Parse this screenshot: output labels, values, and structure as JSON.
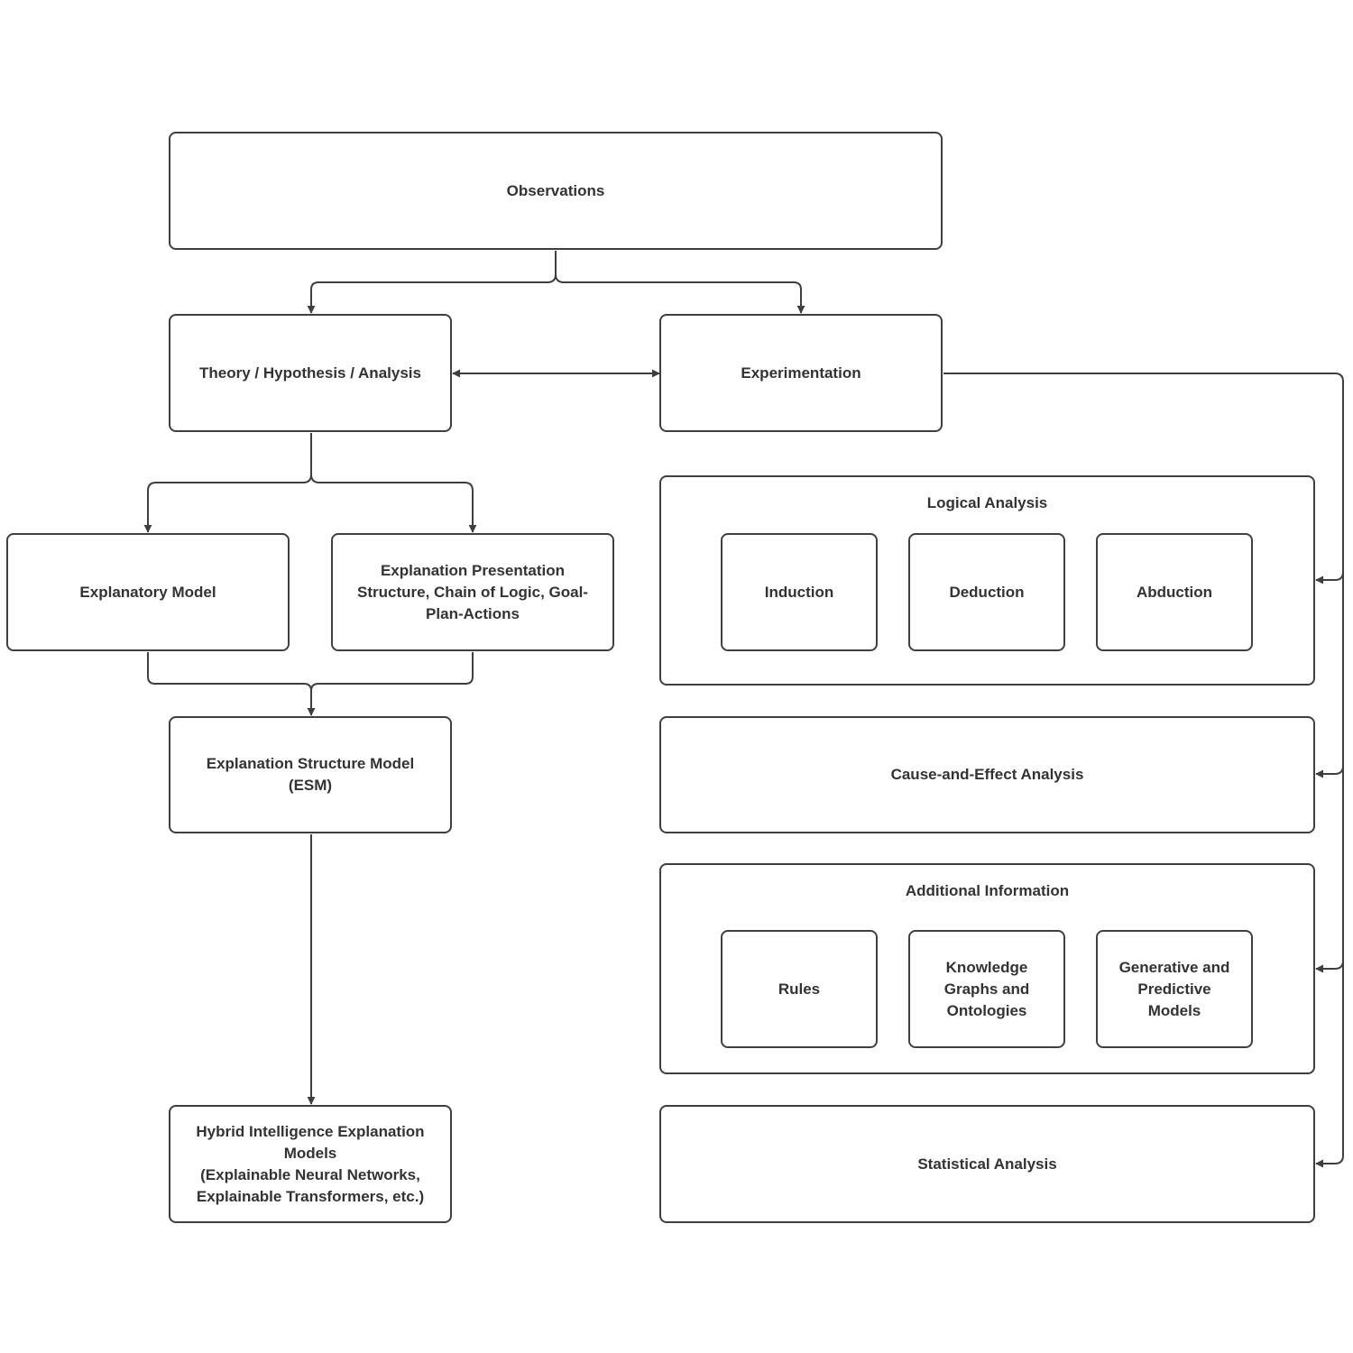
{
  "colors": {
    "stroke": "#3f3f3f",
    "text": "#333333",
    "background": "#ffffff"
  },
  "nodes": {
    "observations": "Observations",
    "theory": "Theory / Hypothesis / Analysis",
    "experimentation": "Experimentation",
    "explanatory_model": "Explanatory Model",
    "explanation_presentation": "Explanation Presentation\nStructure, Chain of Logic, Goal-\nPlan-Actions",
    "esm": "Explanation Structure Model\n(ESM)",
    "hybrid": "Hybrid Intelligence Explanation\nModels\n(Explainable Neural Networks,\nExplainable Transformers, etc.)",
    "cause_effect": "Cause-and-Effect Analysis",
    "statistical": "Statistical Analysis"
  },
  "logical_analysis": {
    "title": "Logical Analysis",
    "items": [
      "Induction",
      "Deduction",
      "Abduction"
    ]
  },
  "additional_information": {
    "title": "Additional Information",
    "items": [
      "Rules",
      "Knowledge\nGraphs and\nOntologies",
      "Generative and\nPredictive\nModels"
    ]
  }
}
